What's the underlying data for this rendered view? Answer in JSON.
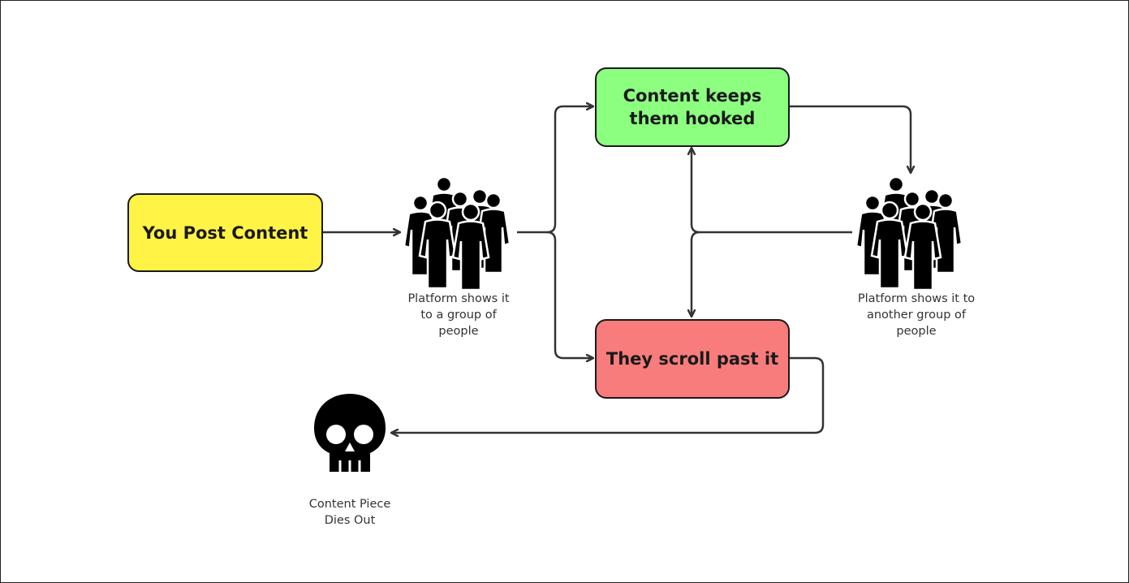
{
  "nodes": {
    "post": {
      "label": "You Post Content",
      "color": "#fff346"
    },
    "hooked": {
      "lines": [
        "Content keeps",
        "them hooked"
      ],
      "color": "#8cff80"
    },
    "scroll": {
      "label": "They scroll past it",
      "color": "#f87c7c"
    }
  },
  "captions": {
    "group1": [
      "Platform shows it",
      "to a group of",
      "people"
    ],
    "group2": [
      "Platform shows it to",
      "another group of",
      "people"
    ],
    "dies": [
      "Content Piece",
      "Dies Out"
    ]
  },
  "icons": {
    "group1": "crowd-icon",
    "group2": "crowd-icon",
    "skull": "skull-icon"
  },
  "colors": {
    "stroke": "#333333",
    "text": "#1a1a1a"
  }
}
